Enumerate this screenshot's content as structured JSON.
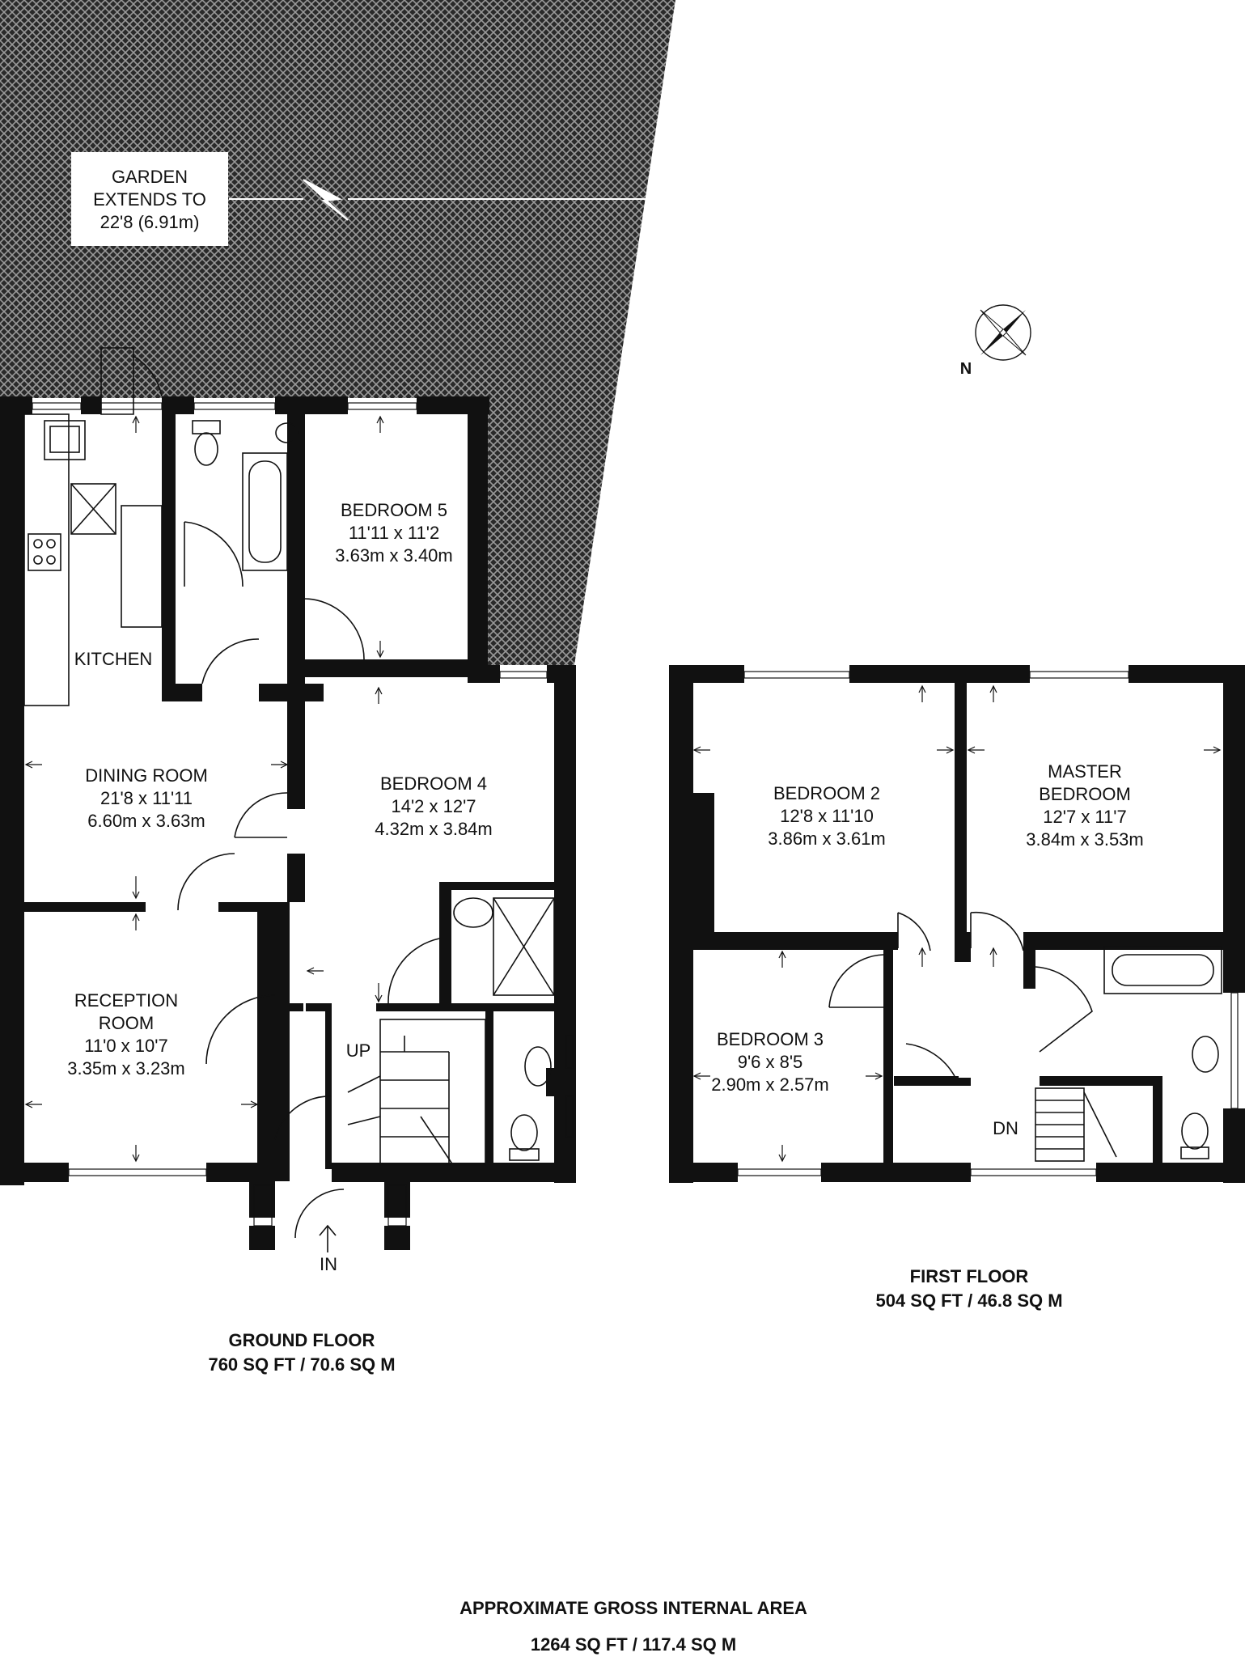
{
  "garden": {
    "line1": "GARDEN",
    "line2": "EXTENDS TO",
    "line3": "22'8 (6.91m)"
  },
  "compass": {
    "north_label": "N"
  },
  "ground_floor": {
    "kitchen": {
      "name": "KITCHEN"
    },
    "dining": {
      "name": "DINING ROOM",
      "imperial": "21'8 x 11'11",
      "metric": "6.60m x 3.63m"
    },
    "bedroom5": {
      "name": "BEDROOM 5",
      "imperial": "11'11 x 11'2",
      "metric": "3.63m x 3.40m"
    },
    "bedroom4": {
      "name": "BEDROOM 4",
      "imperial": "14'2 x 12'7",
      "metric": "4.32m x 3.84m"
    },
    "reception": {
      "name1": "RECEPTION",
      "name2": "ROOM",
      "imperial": "11'0 x 10'7",
      "metric": "3.35m x 3.23m"
    },
    "stairs_label": "UP",
    "entrance_label": "IN",
    "title": "GROUND FLOOR",
    "area": "760 SQ FT / 70.6 SQ M"
  },
  "first_floor": {
    "bedroom2": {
      "name": "BEDROOM 2",
      "imperial": "12'8 x 11'10",
      "metric": "3.86m x 3.61m"
    },
    "master": {
      "name1": "MASTER",
      "name2": "BEDROOM",
      "imperial": "12'7 x 11'7",
      "metric": "3.84m x 3.53m"
    },
    "bedroom3": {
      "name": "BEDROOM 3",
      "imperial": "9'6 x 8'5",
      "metric": "2.90m x 2.57m"
    },
    "stairs_label": "DN",
    "title": "FIRST FLOOR",
    "area": "504 SQ FT / 46.8 SQ M"
  },
  "total": {
    "title": "APPROXIMATE GROSS INTERNAL AREA",
    "area": "1264 SQ FT / 117.4 SQ M"
  }
}
